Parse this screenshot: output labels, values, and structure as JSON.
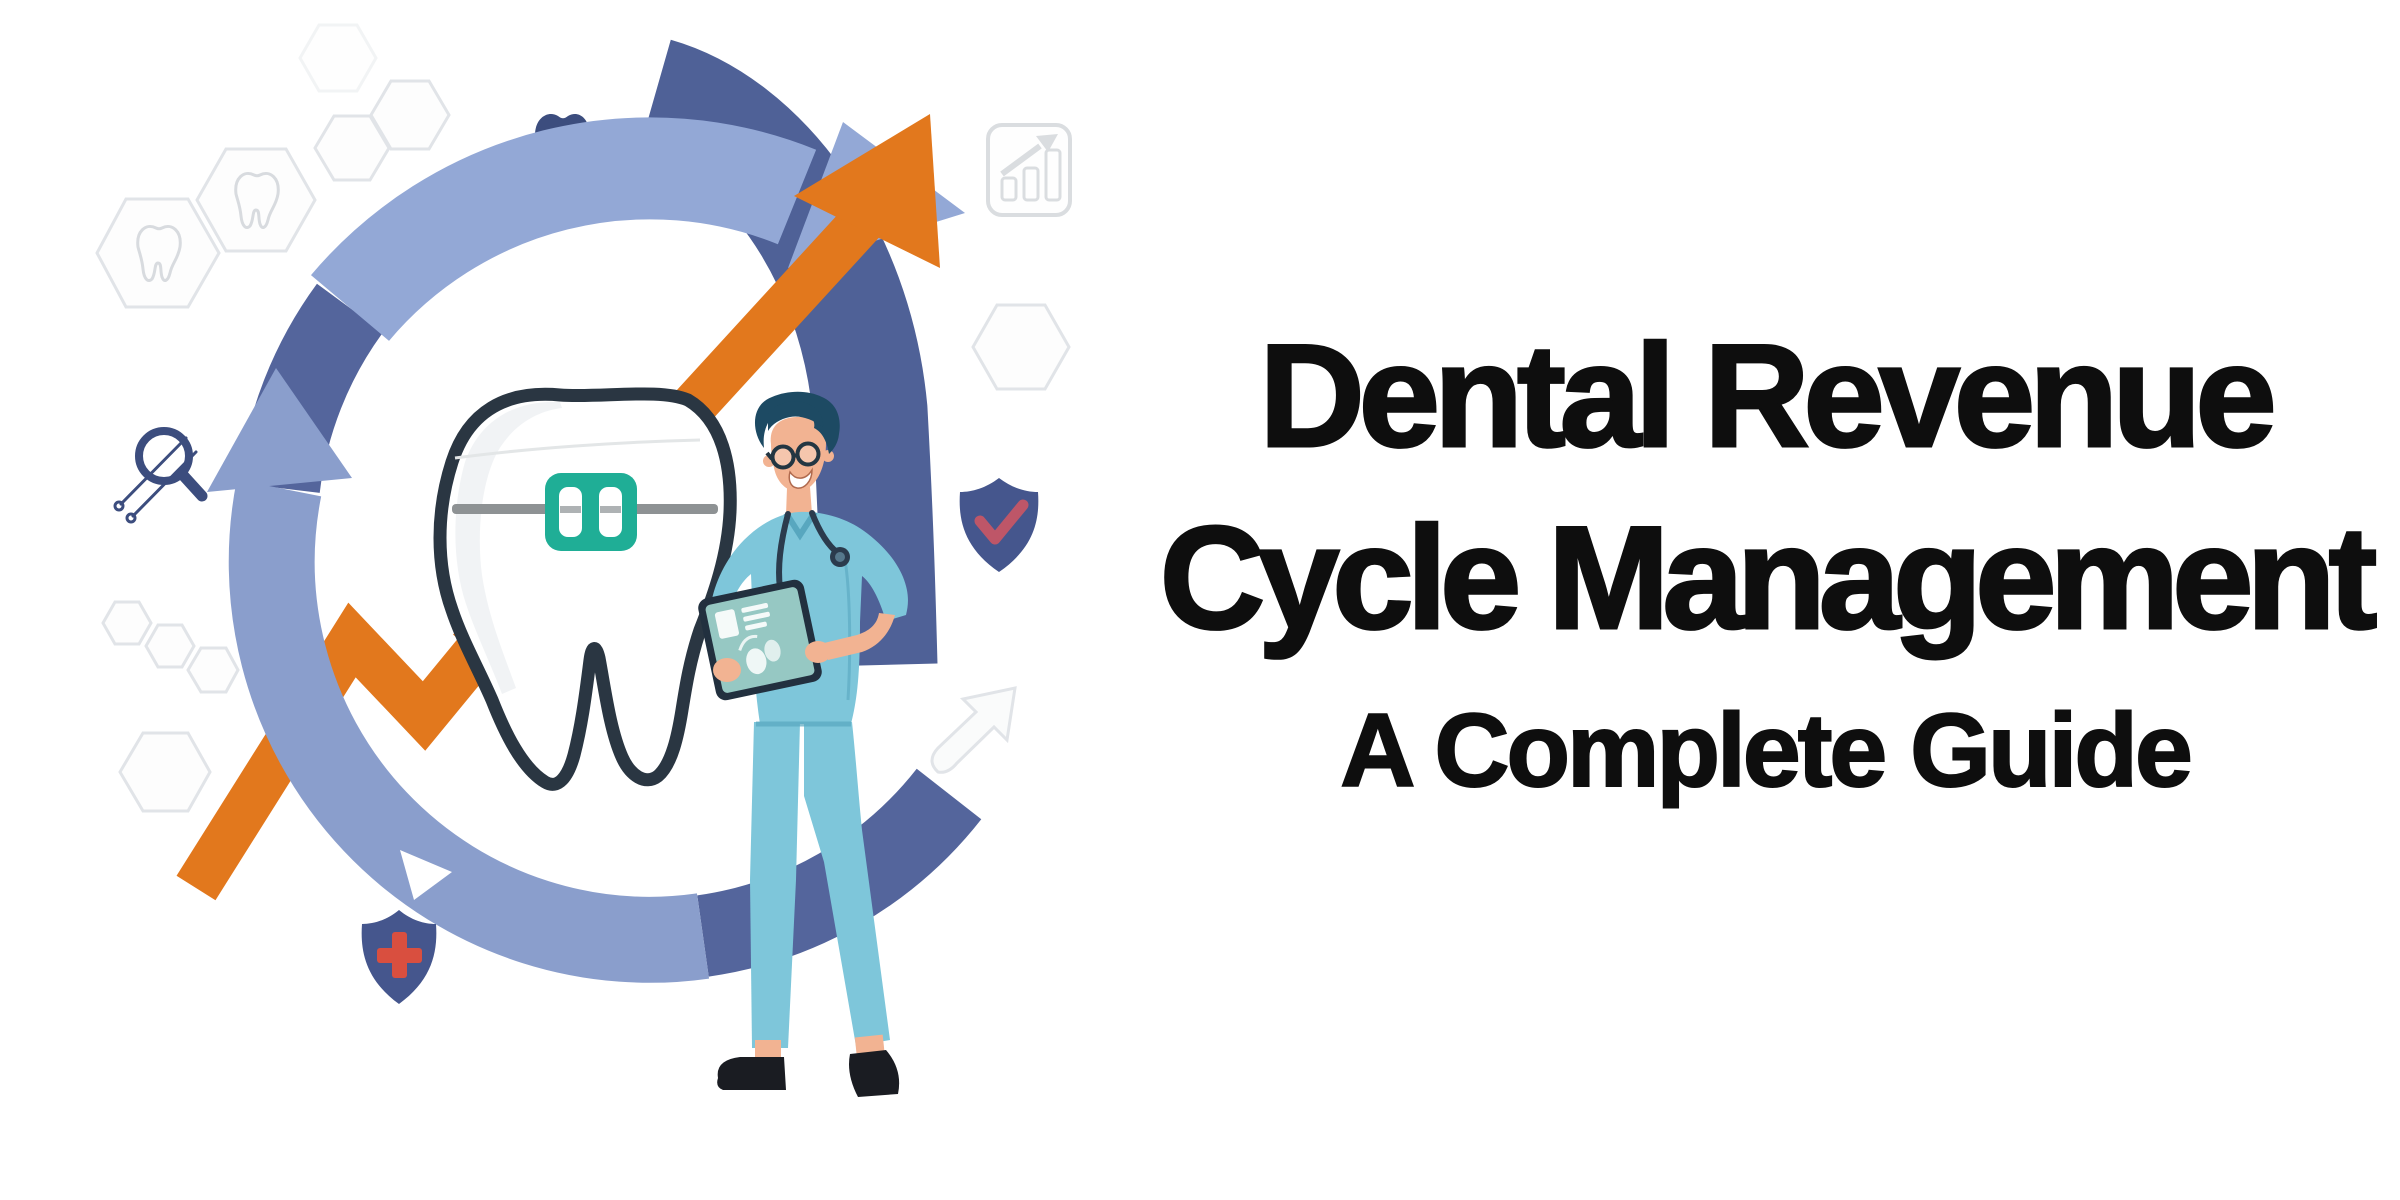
{
  "title": {
    "line1": "Dental Revenue",
    "line2": "Cycle Management",
    "line3": "A Complete Guide"
  },
  "colors": {
    "background": "#ffffff",
    "title_text": "#0e0e0e",
    "orange": "#E2781D",
    "ring_dark": "#54659C",
    "ring_light": "#8A9ECC",
    "ring_light2": "#93A8D6",
    "swoosh": "#4F6197",
    "tooth_fill": "#FFFFFF",
    "tooth_outline": "#2A3642",
    "tooth_shading": "#EEF1F3",
    "braces_teal": "#1FAE96",
    "wire_gray": "#8E9294",
    "scrub_blue": "#7EC6DA",
    "scrub_shade": "#58A7BF",
    "skin": "#F2B392",
    "hair": "#1D4A63",
    "tablet_frame": "#22303F",
    "tablet_screen": "#96C8C3",
    "shield_blue": "#45568D",
    "cross_red": "#D94F3F",
    "check_red": "#BE5668",
    "navy_icon": "#3C4D7E",
    "hex_stroke": "#E1E4E8",
    "light_icon_gray": "#DADDE0",
    "shoe_black": "#1A1C22"
  },
  "icon_names": [
    "cycle-arrows-icon",
    "growth-arrow-icon",
    "tooth-braces-illustration",
    "dentist-character",
    "tablet-icon",
    "stethoscope-icon",
    "navy-tooth-icon",
    "magnifying-glass-icon",
    "shield-check-icon",
    "shield-cross-icon",
    "chart-growth-icon",
    "arrow-up-right-icon",
    "hexagon-tooth-icon",
    "hexagon-decoration"
  ]
}
